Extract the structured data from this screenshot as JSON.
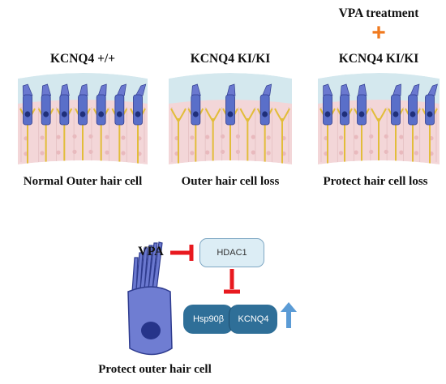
{
  "top": {
    "treatment_label": "VPA treatment",
    "plus_symbol": "+",
    "plus_color": "#f07a1f"
  },
  "panels": [
    {
      "genotype": "KCNQ4 +/+",
      "caption": "Normal Outer hair cell",
      "hair_cells_present": [
        true,
        true,
        true,
        true,
        true,
        true,
        true
      ]
    },
    {
      "genotype": "KCNQ4 KI/KI",
      "caption": "Outer hair cell loss",
      "hair_cells_present": [
        false,
        true,
        false,
        true,
        false,
        true,
        false
      ]
    },
    {
      "genotype": "KCNQ4 KI/KI",
      "caption": "Protect hair cell loss",
      "hair_cells_present": [
        true,
        true,
        true,
        false,
        true,
        true,
        true
      ]
    }
  ],
  "pathway": {
    "drug_label": "VPA",
    "hdac_label": "HDAC1",
    "hsp_label": "Hsp90β",
    "kcnq_label": "KCNQ4",
    "cell_caption": "Protect outer hair cell",
    "inhibit_color": "#e8191f",
    "up_arrow_color": "#5b9bd5"
  },
  "colors": {
    "tectorial": "#d4e8ee",
    "tissue": "#f3d6d8",
    "tissue_cell": "#e9b9bd",
    "hair_cell": "#5a6fc9",
    "hair_cell_nucleus": "#1f2f7a",
    "support_cell": "#e2bd3a",
    "complex_box": "#2f6f98",
    "hdac_box": "#dcedf5"
  }
}
